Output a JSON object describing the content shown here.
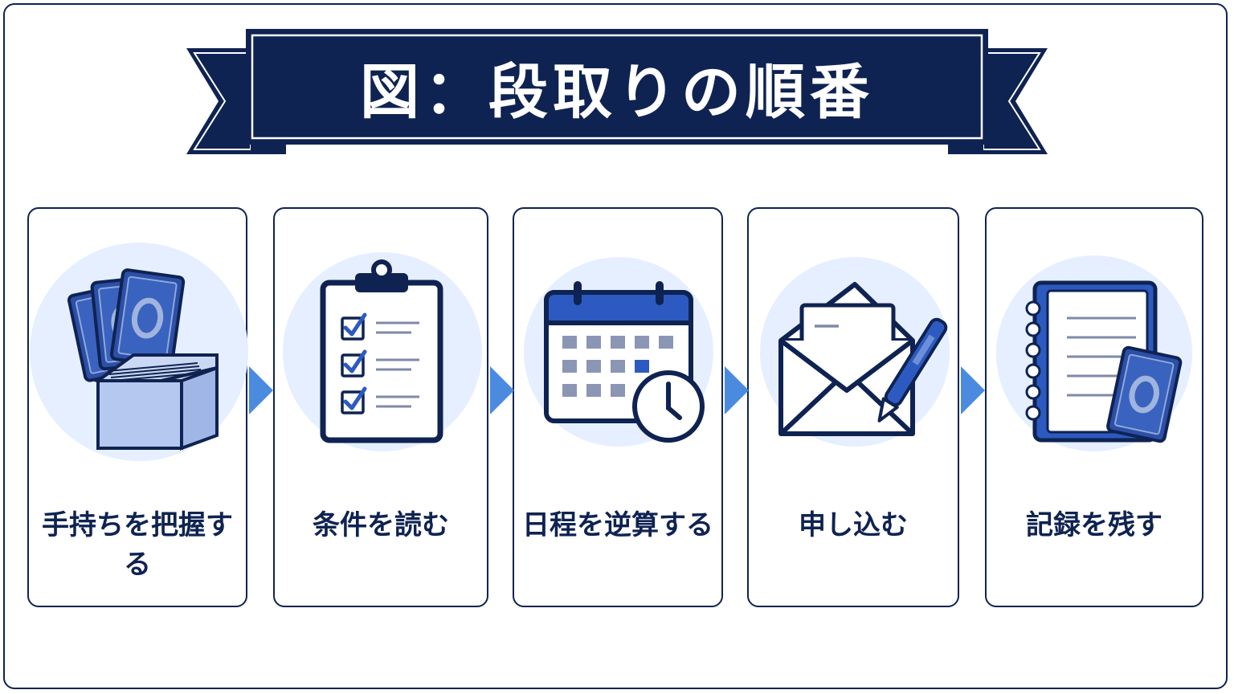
{
  "title": "図：段取りの順番",
  "steps": [
    {
      "label": "手持ちを把握する",
      "icon": "cards-and-box-icon"
    },
    {
      "label": "条件を読む",
      "icon": "clipboard-checklist-icon"
    },
    {
      "label": "日程を逆算する",
      "icon": "calendar-clock-icon"
    },
    {
      "label": "申し込む",
      "icon": "envelope-pen-icon"
    },
    {
      "label": "記録を残す",
      "icon": "notebook-card-icon"
    }
  ],
  "colors": {
    "navy": "#0f2352",
    "blue": "#2c4fa8",
    "light_blue": "#e6efff",
    "arrow": "#4a8be0"
  }
}
